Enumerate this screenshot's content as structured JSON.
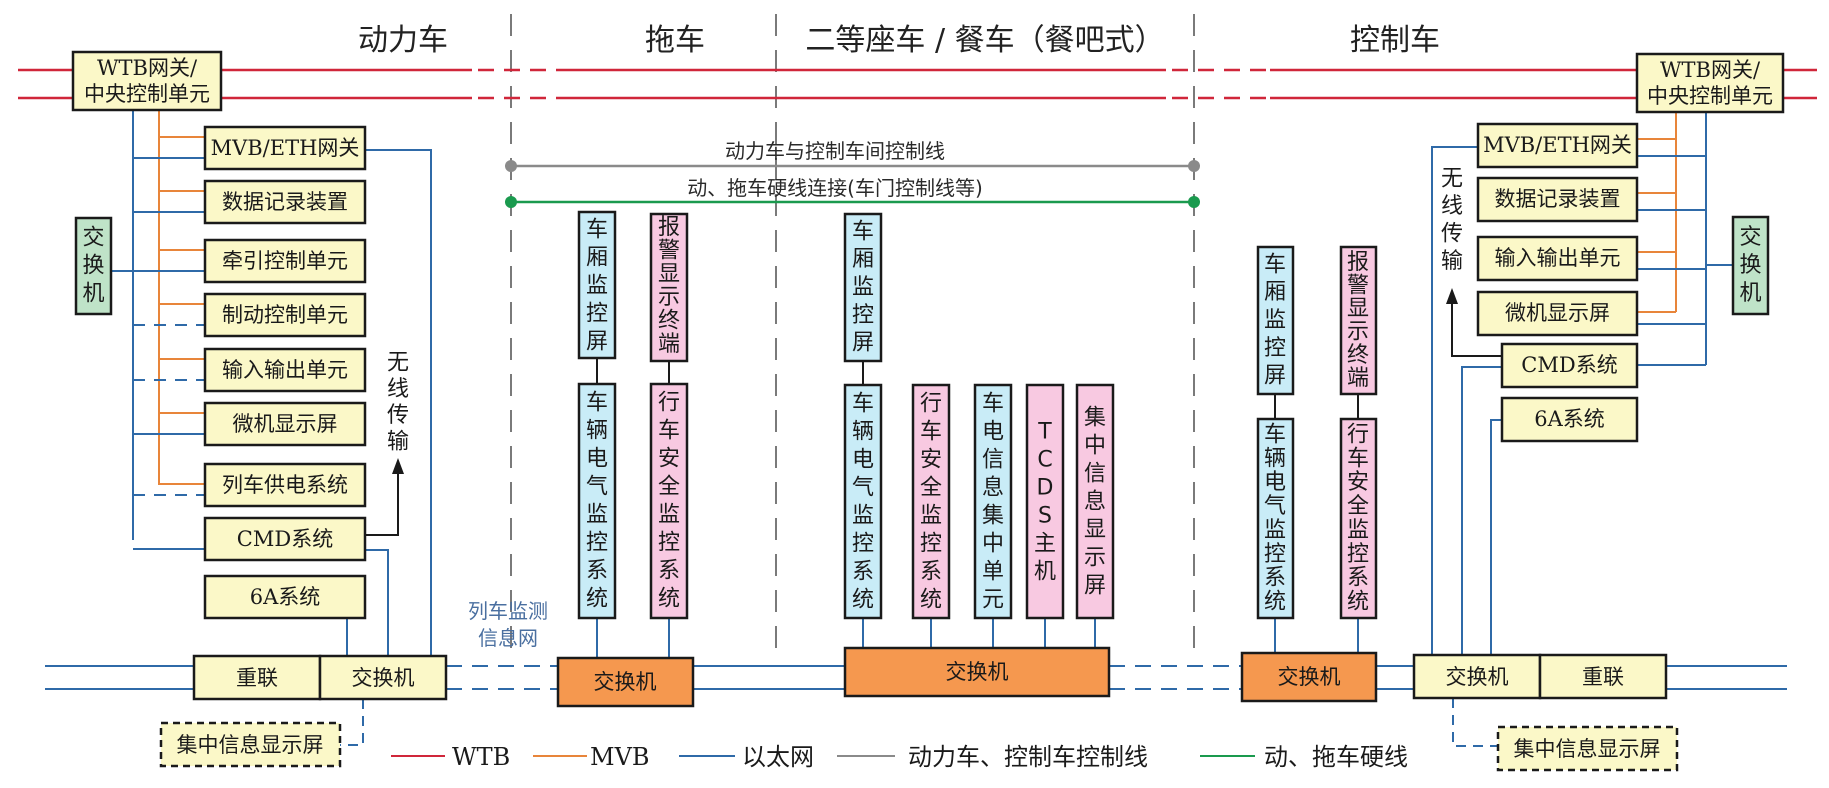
{
  "colors": {
    "wtb": "#d0263a",
    "mvb": "#e8853a",
    "ethernet": "#2f6aa8",
    "control_line": "#8a8a8a",
    "hardwire": "#1a9a4e",
    "unit_fill": "#fbf8c8",
    "switch_fill_orange": "#f5984f",
    "switch_fill_green": "#bfe3c8",
    "blue_fill": "#c9ecf7",
    "pink_fill": "#f8c9e1",
    "divider": "#7a7a7a",
    "net_label": "#4a6fa0"
  },
  "sections": [
    {
      "id": "power-car",
      "title": "动力车"
    },
    {
      "id": "trailer",
      "title": "拖车"
    },
    {
      "id": "dining",
      "title": "二等座车 / 餐车（餐吧式）"
    },
    {
      "id": "control-car",
      "title": "控制车"
    }
  ],
  "train_lines": {
    "control_line_label": "动力车与控制车间控制线",
    "hardwire_label": "动、拖车硬线连接(车门控制线等)"
  },
  "network_label": [
    "列车监测",
    "信息网"
  ],
  "power_car": {
    "gateway": [
      "WTB网关/",
      "中央控制单元"
    ],
    "units": [
      "MVB/ETH网关",
      "数据记录装置",
      "牵引控制单元",
      "制动控制单元",
      "输入输出单元",
      "微机显示屏",
      "列车供电系统",
      "CMD系统",
      "6A系统"
    ],
    "side_switch": "交换机",
    "wireless": "无线传输",
    "coupler": "重联",
    "main_switch": "交换机",
    "display": "集中信息显示屏"
  },
  "trailer": {
    "columns": [
      {
        "top": "车厢监控屏",
        "bottom": "车辆电气监控系统",
        "color": "blue"
      },
      {
        "top": "报警显示终端",
        "bottom": "行车安全监控系统",
        "color": "pink"
      }
    ],
    "switch": "交换机"
  },
  "dining": {
    "top_column": {
      "text": "车厢监控屏",
      "color": "blue"
    },
    "columns": [
      {
        "text": "车辆电气监控系统",
        "color": "blue"
      },
      {
        "text": "行车安全监控系统",
        "color": "pink"
      },
      {
        "text": "车电信息集中单元",
        "color": "blue"
      },
      {
        "text": "TCDS主机",
        "color": "pink"
      },
      {
        "text": "集中信息显示屏",
        "color": "pink"
      }
    ],
    "switch": "交换机"
  },
  "control_car": {
    "gateway": [
      "WTB网关/",
      "中央控制单元"
    ],
    "units": [
      "MVB/ETH网关",
      "数据记录装置",
      "输入输出单元",
      "微机显示屏",
      "CMD系统",
      "6A系统"
    ],
    "side_switch": "交换机",
    "wireless": "无线传输",
    "columns": [
      {
        "top": "车厢监控屏",
        "bottom": "车辆电气监控系统",
        "color": "blue"
      },
      {
        "top": "报警显示终端",
        "bottom": "行车安全监控系统",
        "color": "pink"
      }
    ],
    "column_switch": "交换机",
    "main_switch": "交换机",
    "coupler": "重联",
    "display": "集中信息显示屏"
  },
  "legend": [
    {
      "label": "WTB",
      "color_key": "wtb"
    },
    {
      "label": "MVB",
      "color_key": "mvb"
    },
    {
      "label": "以太网",
      "color_key": "ethernet"
    },
    {
      "label": "动力车、控制车控制线",
      "color_key": "control_line"
    },
    {
      "label": "动、拖车硬线",
      "color_key": "hardwire"
    }
  ]
}
